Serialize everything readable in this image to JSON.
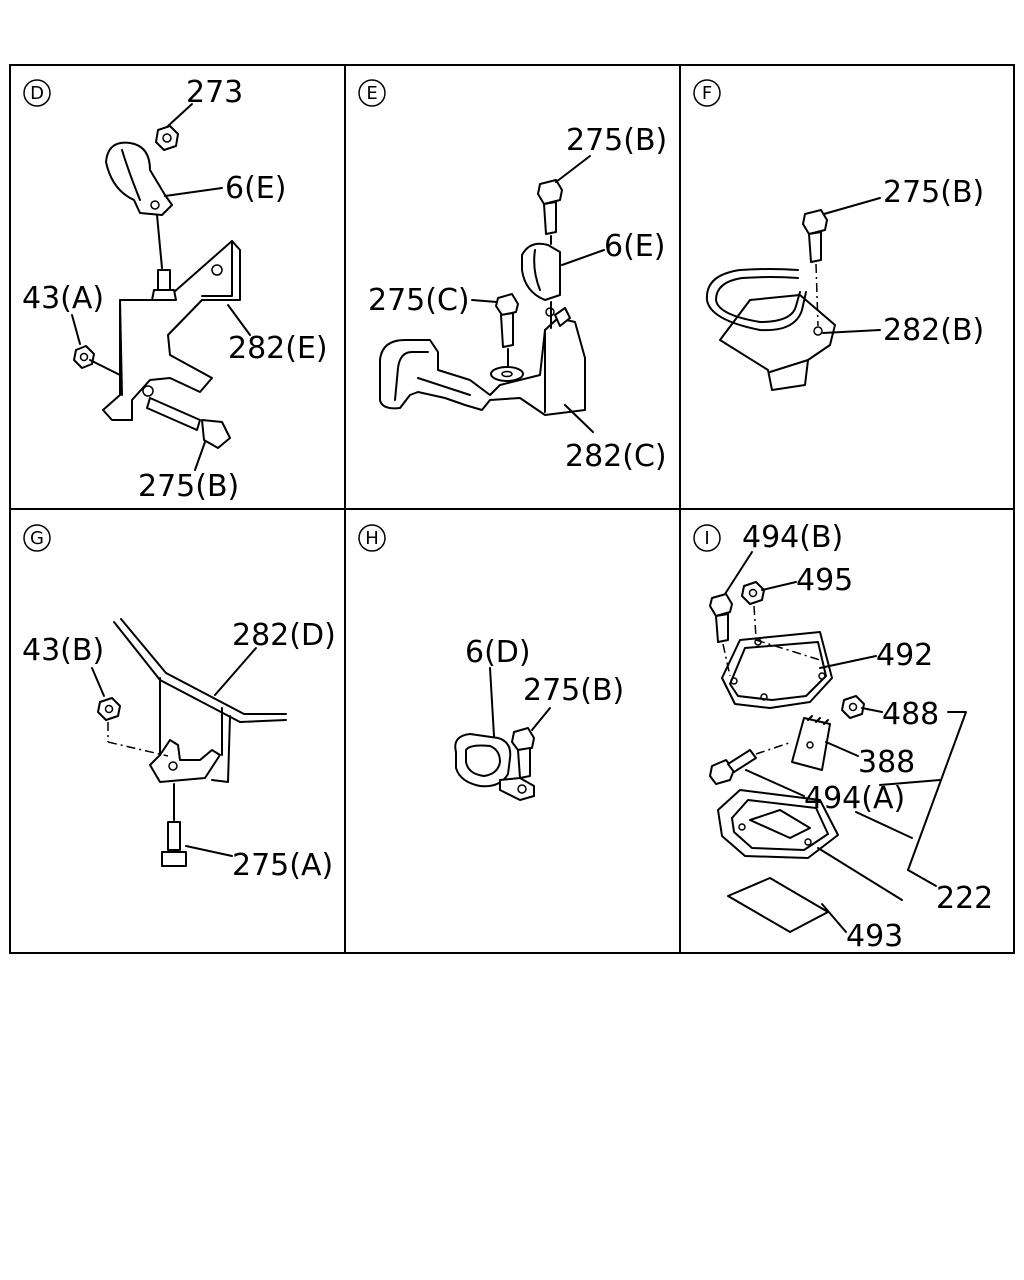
{
  "panels": [
    {
      "letter": "D",
      "labels": [
        "273",
        "6(E)",
        "43(A)",
        "282(E)",
        "275(B)"
      ]
    },
    {
      "letter": "E",
      "labels": [
        "275(B)",
        "6(E)",
        "275(C)",
        "282(C)"
      ]
    },
    {
      "letter": "F",
      "labels": [
        "275(B)",
        "282(B)"
      ]
    },
    {
      "letter": "G",
      "labels": [
        "282(D)",
        "43(B)",
        "275(A)"
      ]
    },
    {
      "letter": "H",
      "labels": [
        "6(D)",
        "275(B)"
      ]
    },
    {
      "letter": "I",
      "labels": [
        "494(B)",
        "495",
        "492",
        "488",
        "388",
        "494(A)",
        "222",
        "493"
      ]
    }
  ]
}
